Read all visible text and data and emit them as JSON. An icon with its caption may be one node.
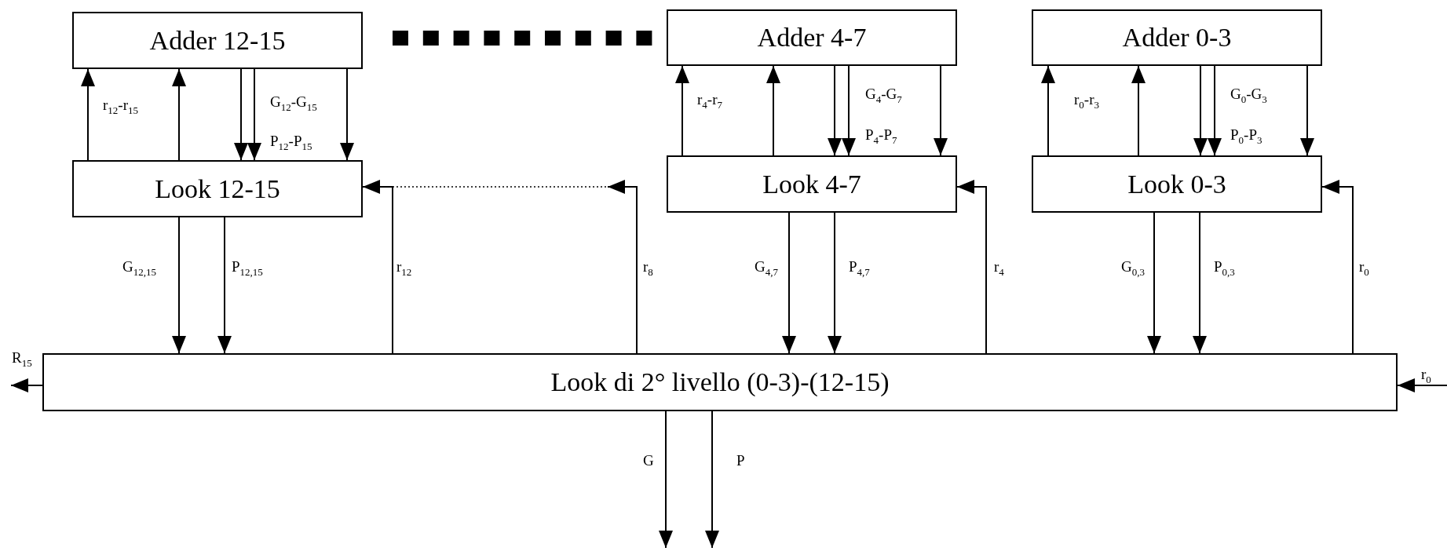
{
  "diagram": {
    "nodes": [
      {
        "text": [
          "Adder 12-15"
        ]
      },
      {
        "text": [
          "Adder 4-7"
        ]
      },
      {
        "text": [
          "Adder 0-3"
        ]
      },
      {
        "text": [
          "Look 12-15"
        ]
      },
      {
        "text": [
          "Look 4-7"
        ]
      },
      {
        "text": [
          "Look 0-3"
        ]
      },
      {
        "text": [
          "Look di 2° livello (0-3)-(12-15)"
        ]
      }
    ],
    "edges": [
      {
        "from": 3,
        "to": 0,
        "arrow": "to",
        "label": "r$_{12}$-r$_{15}$"
      },
      {
        "from": 3,
        "to": 0,
        "arrow": "to"
      },
      {
        "from": 0,
        "to": 3,
        "arrow": "to"
      },
      {
        "from": 0,
        "to": 3,
        "arrow": "to",
        "label": "P$_{12}$-P$_{15}$"
      },
      {
        "from": 0,
        "to": 3,
        "arrow": "to",
        "label": "G$_{12}$-G$_{15}$"
      },
      {
        "from": 4,
        "to": 1,
        "arrow": "to",
        "label": "r$_{4}$-r$_{7}$"
      },
      {
        "from": 4,
        "to": 1,
        "arrow": "to"
      },
      {
        "from": 1,
        "to": 4,
        "arrow": "to"
      },
      {
        "from": 1,
        "to": 4,
        "arrow": "to",
        "label": "P$_{4}$-P$_{7}$"
      },
      {
        "from": 1,
        "to": 4,
        "arrow": "to",
        "label": "G$_{4}$-G$_{7}$"
      },
      {
        "from": 5,
        "to": 2,
        "arrow": "to",
        "label": "r$_{0}$-r$_{3}$"
      },
      {
        "from": 5,
        "to": 2,
        "arrow": "to"
      },
      {
        "from": 2,
        "to": 5,
        "arrow": "to"
      },
      {
        "from": 2,
        "to": 5,
        "arrow": "to",
        "label": "P$_{0}$-P$_{3}$"
      },
      {
        "from": 2,
        "to": 5,
        "arrow": "to",
        "label": "G$_{0}$-G$_{3}$"
      },
      {
        "from": 3,
        "to": 6,
        "arrow": "to",
        "label": "G$_{12,15}$"
      },
      {
        "from": 3,
        "to": 6,
        "arrow": "to",
        "label": "P$_{12,15}$"
      },
      {
        "from": 6,
        "to": 3,
        "arrow": "to",
        "label": "r$_{12}$"
      },
      {
        "from": 6,
        "to": null,
        "arrow": "to",
        "label": "r$_{8}$"
      },
      {
        "from": 4,
        "to": 6,
        "arrow": "to",
        "label": "G$_{4,7}$"
      },
      {
        "from": 4,
        "to": 6,
        "arrow": "to",
        "label": "P$_{4,7}$"
      },
      {
        "from": 6,
        "to": 4,
        "arrow": "to",
        "label": "r$_{4}$"
      },
      {
        "from": 5,
        "to": 6,
        "arrow": "to",
        "label": "G$_{0,3}$"
      },
      {
        "from": 5,
        "to": 6,
        "arrow": "to",
        "label": "P$_{0,3}$"
      },
      {
        "from": 6,
        "to": 5,
        "arrow": "to",
        "label": "r$_{0}$"
      },
      {
        "from": 6,
        "to": null,
        "arrow": "to",
        "label": "R$_{15}$"
      },
      {
        "from": null,
        "to": 6,
        "arrow": "to",
        "label": "r$_{0}$"
      },
      {
        "from": 6,
        "to": null,
        "arrow": "to",
        "label": "G"
      },
      {
        "from": 6,
        "to": null,
        "arrow": "to",
        "label": "P"
      }
    ]
  }
}
